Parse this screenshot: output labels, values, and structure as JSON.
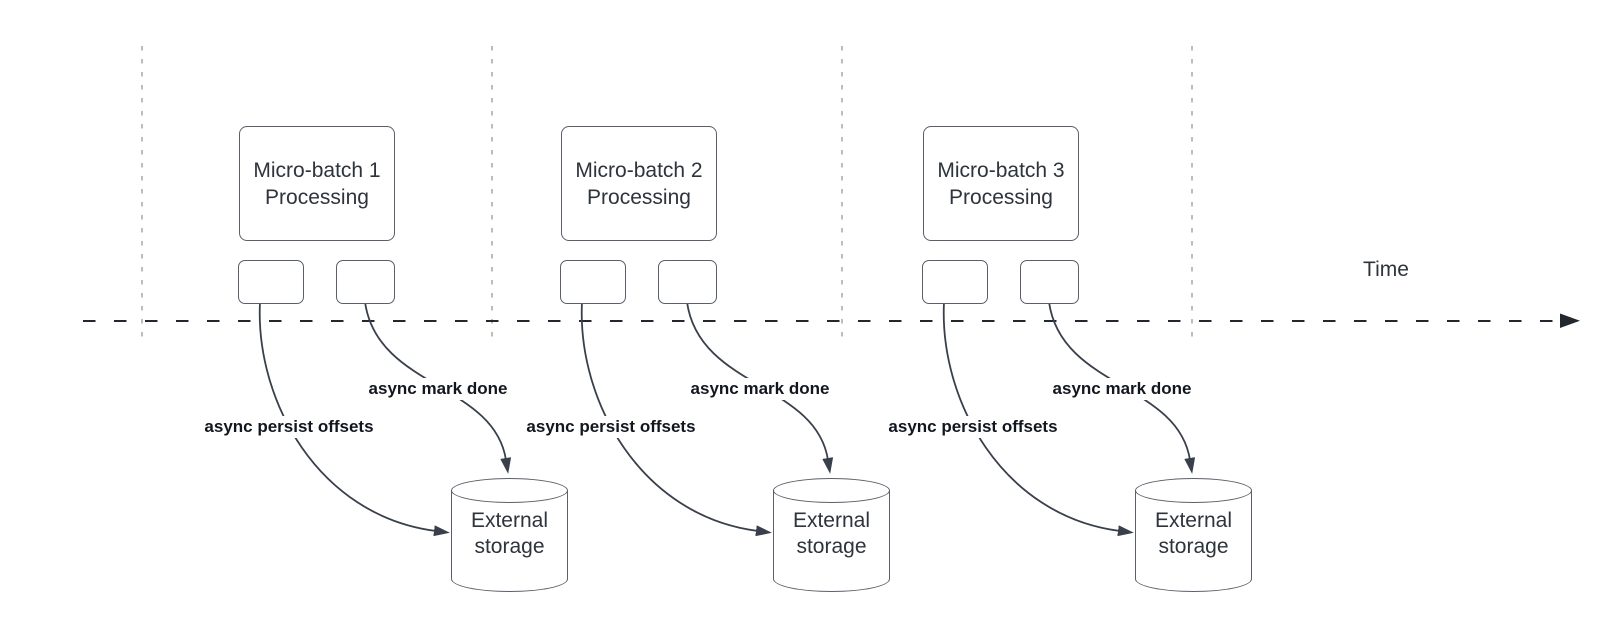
{
  "axis": {
    "label": "Time"
  },
  "groups": [
    {
      "batch_line1": "Micro-batch 1",
      "batch_line2": "Processing",
      "persist_label": "async persist offsets",
      "done_label": "async mark done",
      "storage_line1": "External",
      "storage_line2": "storage"
    },
    {
      "batch_line1": "Micro-batch 2",
      "batch_line2": "Processing",
      "persist_label": "async persist offsets",
      "done_label": "async mark done",
      "storage_line1": "External",
      "storage_line2": "storage"
    },
    {
      "batch_line1": "Micro-batch 3",
      "batch_line2": "Processing",
      "persist_label": "async persist offsets",
      "done_label": "async mark done",
      "storage_line1": "External",
      "storage_line2": "storage"
    }
  ],
  "colors": {
    "background": "#ffffff",
    "node_border": "#5a6069",
    "node_text": "#2e343c",
    "connector": "#39404c",
    "edge_label_text": "#12171f",
    "lane_divider": "#acacac",
    "axis_line": "#23272e"
  }
}
